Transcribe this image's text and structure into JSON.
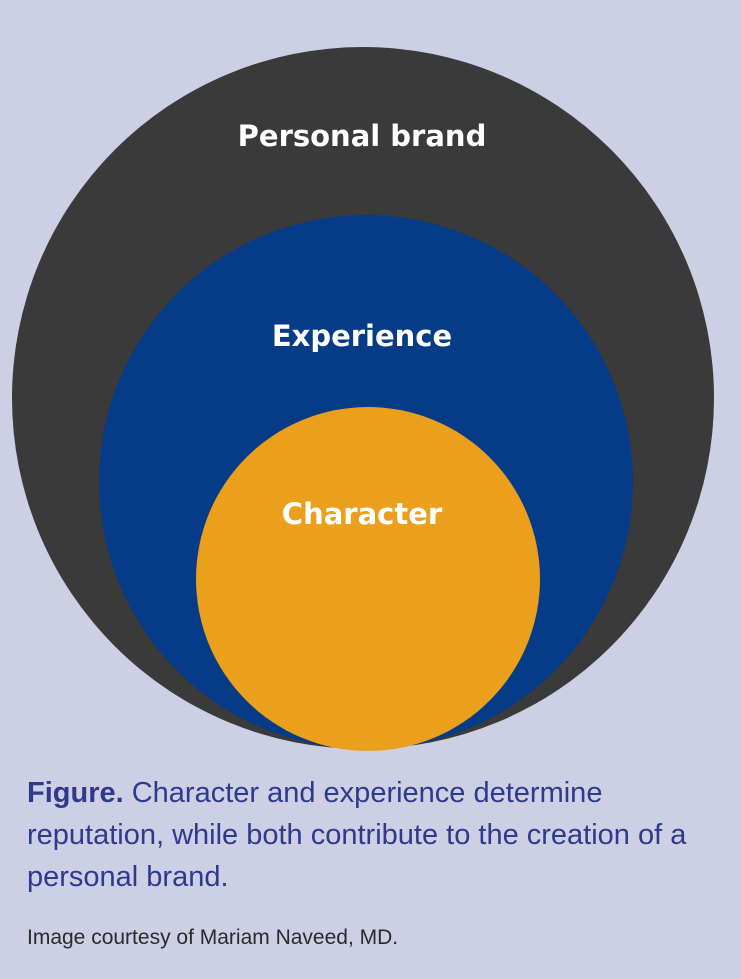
{
  "diagram": {
    "outer_label": "Personal brand",
    "middle_label": "Experience",
    "inner_label": "Character",
    "colors": {
      "background": "#cdcfe4",
      "outer": "#3a3a3a",
      "middle": "#053b87",
      "inner": "#eaa01d",
      "label": "#ffffff"
    }
  },
  "caption": {
    "label": "Figure.",
    "text": " Character and experience determine reputation, while both contribute to the creation of a personal brand."
  },
  "credit": {
    "text": "Image courtesy of Mariam Naveed, MD."
  }
}
